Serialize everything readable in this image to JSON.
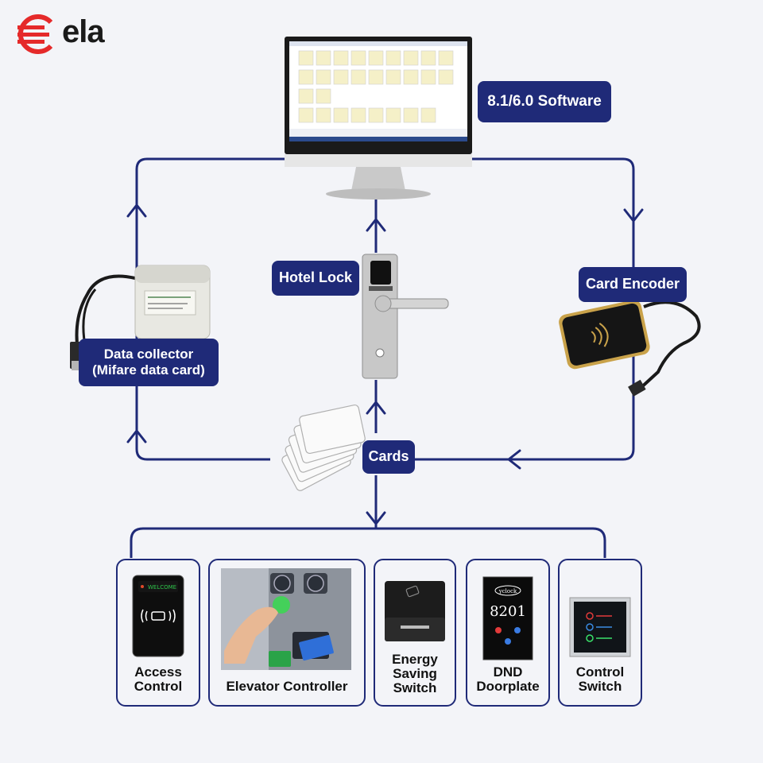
{
  "brand": {
    "logo_text": "ela",
    "accent": "#e52a2a"
  },
  "colors": {
    "line": "#1f2a78",
    "label_bg": "#1f2a78",
    "label_text": "#ffffff"
  },
  "nodes": {
    "software": "8.1/6.0 Software",
    "hotel_lock": "Hotel Lock",
    "card_encoder": "Card Encoder",
    "data_collector": "Data collector\n(Mifare data card)",
    "cards": "Cards"
  },
  "devices": [
    {
      "label": "Access\nControl",
      "icon": "access-control-panel"
    },
    {
      "label": "Elevator Controller",
      "icon": "elevator-panel"
    },
    {
      "label": "Energy\nSaving\nSwitch",
      "icon": "card-holder-switch"
    },
    {
      "label": "DND\nDoorplate",
      "icon": "doorplate"
    },
    {
      "label": "Control\nSwitch",
      "icon": "touch-switch"
    }
  ],
  "device_text": {
    "access_screen": "WELCOME",
    "doorplate_brand": "yclock",
    "doorplate_number": "8201"
  }
}
